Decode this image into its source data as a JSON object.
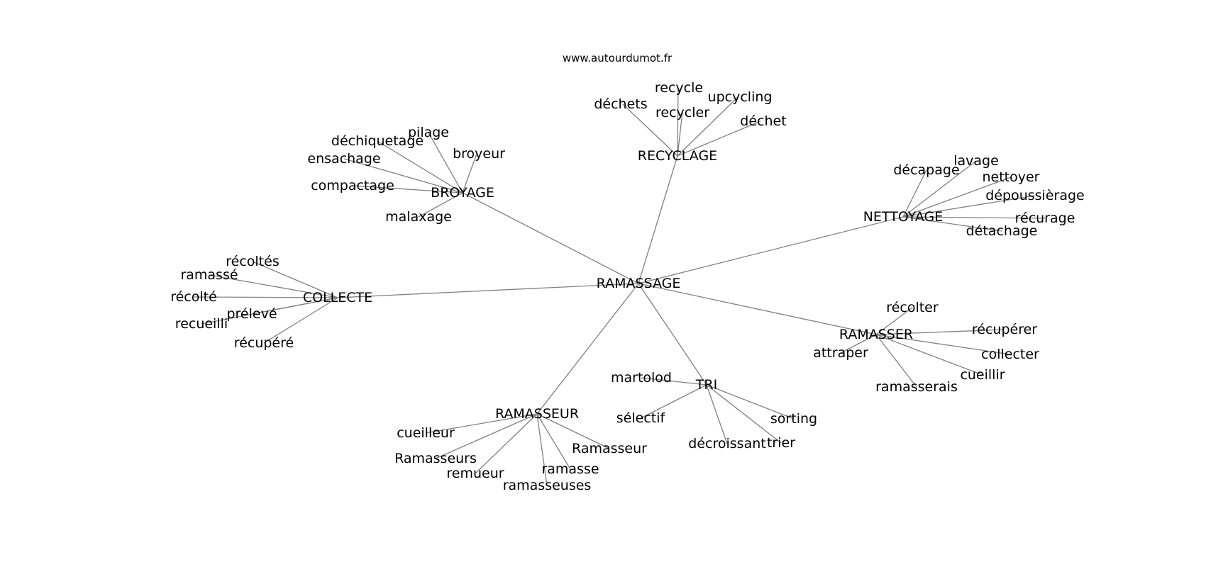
{
  "watermark": "www.autourdumot.fr",
  "root": "RAMASSAGE",
  "clusters": [
    {
      "label": "RECYCLAGE",
      "leaves": [
        "déchets",
        "recycle",
        "recycler",
        "upcycling",
        "déchet"
      ]
    },
    {
      "label": "BROYAGE",
      "leaves": [
        "pilage",
        "déchiquetage",
        "broyeur",
        "ensachage",
        "compactage",
        "malaxage"
      ]
    },
    {
      "label": "NETTOYAGE",
      "leaves": [
        "décapage",
        "lavage",
        "nettoyer",
        "dépoussièrage",
        "récurage",
        "détachage"
      ]
    },
    {
      "label": "COLLECTE",
      "leaves": [
        "récoltés",
        "ramassé",
        "récolté",
        "prélevé",
        "recueilli",
        "récupéré"
      ]
    },
    {
      "label": "RAMASSER",
      "leaves": [
        "récolter",
        "récupérer",
        "attraper",
        "collecter",
        "cueillir",
        "ramasserais"
      ]
    },
    {
      "label": "TRI",
      "leaves": [
        "martolod",
        "sélectif",
        "sorting",
        "décroissant",
        "trier"
      ]
    },
    {
      "label": "RAMASSEUR",
      "leaves": [
        "cueilleur",
        "Ramasseur",
        "Ramasseurs",
        "remueur",
        "ramasse",
        "ramasseuses"
      ]
    }
  ]
}
